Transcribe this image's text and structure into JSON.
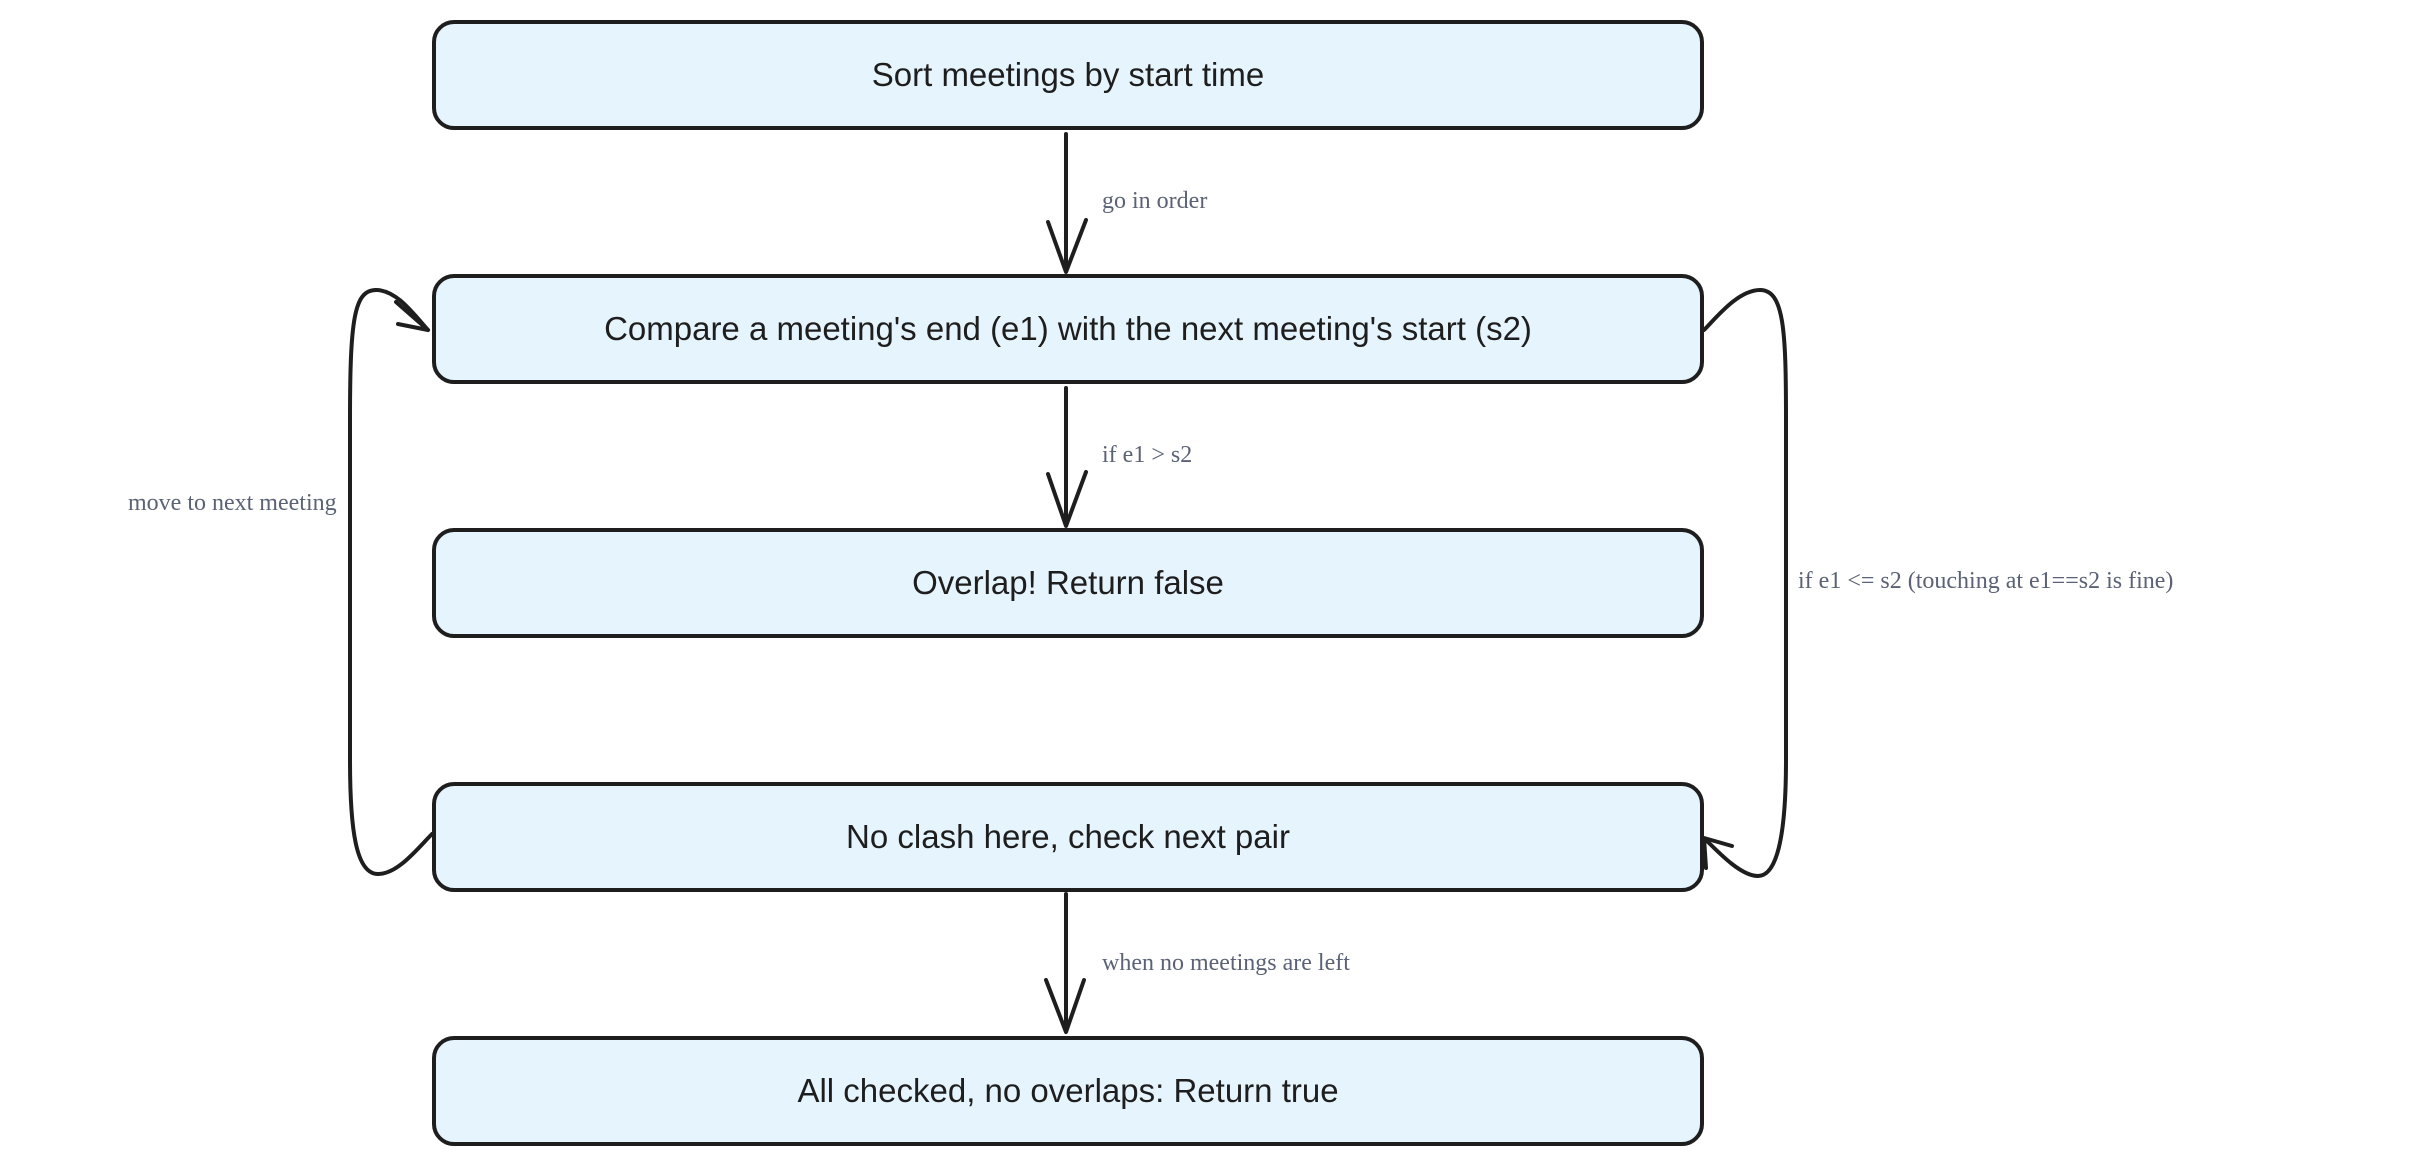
{
  "diagram": {
    "nodes": {
      "sort": "Sort meetings by start time",
      "compare": "Compare a meeting's end (e1) with the next meeting's start (s2)",
      "overlap": "Overlap! Return false",
      "no_clash": "No clash here, check next pair",
      "all_checked": "All checked, no overlaps: Return true"
    },
    "edge_labels": {
      "sort_to_compare": "go in order",
      "compare_to_overlap": "if e1 > s2",
      "compare_to_no_clash": "if e1 <= s2 (touching at e1==s2 is fine)",
      "no_clash_to_compare": "move to next meeting",
      "no_clash_to_all_checked": "when no meetings are left"
    },
    "colors": {
      "node_fill": "#e6f4fd",
      "stroke": "#1e1e1e",
      "label": "#5b6275"
    }
  }
}
